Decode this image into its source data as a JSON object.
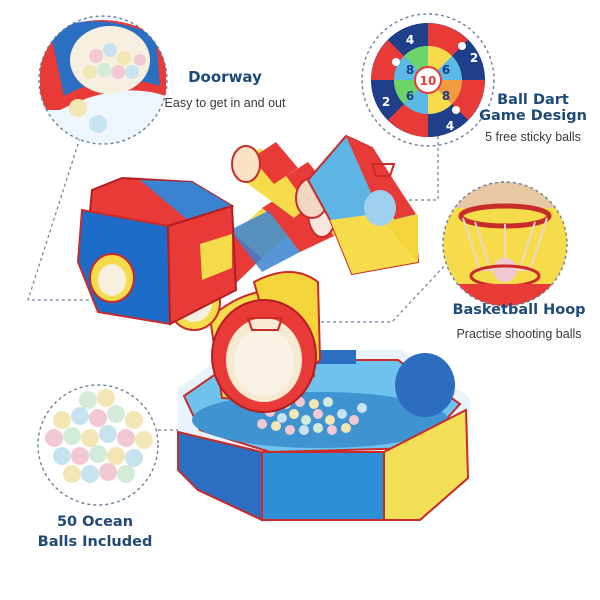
{
  "features": {
    "doorway": {
      "title": "Doorway",
      "subtitle": "Easy to get in and out"
    },
    "dart": {
      "title_line1": "Ball Dart",
      "title_line2": "Game Design",
      "subtitle": "5 free sticky balls"
    },
    "hoop": {
      "title": "Basketball Hoop",
      "subtitle": "Practise shooting balls"
    },
    "balls": {
      "title_line1": "50 Ocean",
      "title_line2": "Balls Included"
    }
  },
  "dartboard": {
    "center_label": "10",
    "ring_labels": [
      "4",
      "2",
      "4",
      "2",
      "8",
      "6",
      "8",
      "6"
    ]
  },
  "colors": {
    "red": "#d8232a",
    "blue": "#2f6fc4",
    "light_blue": "#5fb4e6",
    "yellow": "#f6dc4a",
    "navy": "#1f4a78"
  }
}
